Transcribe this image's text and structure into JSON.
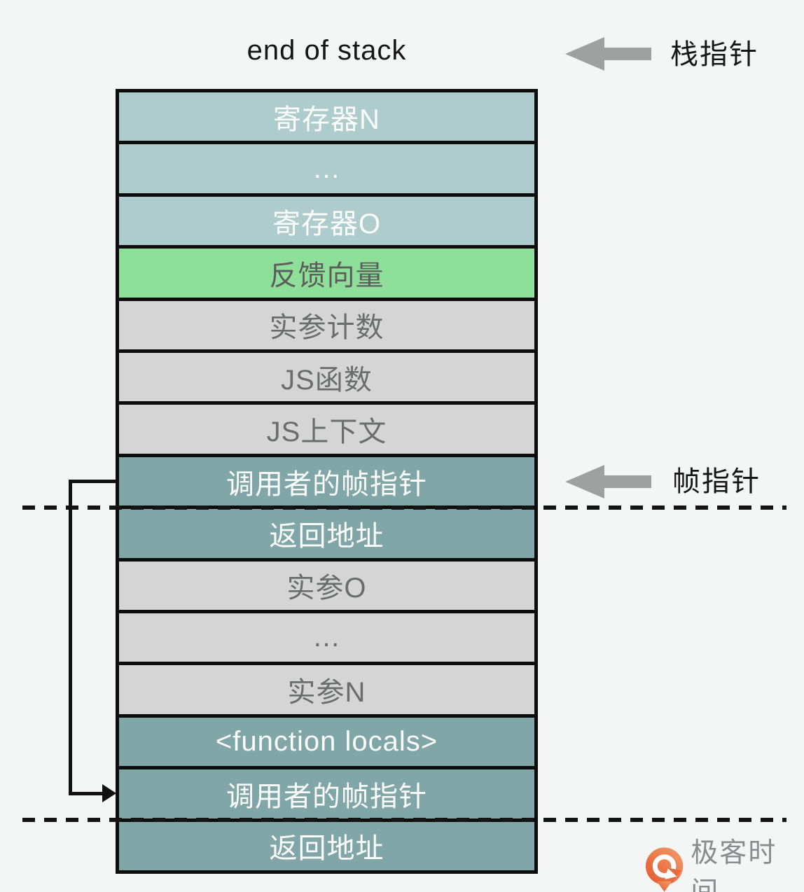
{
  "title": "end of stack",
  "annotations": {
    "stack_pointer_label": "栈指针",
    "frame_pointer_label": "帧指针"
  },
  "stack_rows": [
    {
      "label": "寄存器N",
      "type": "register"
    },
    {
      "label": "…",
      "type": "register"
    },
    {
      "label": "寄存器O",
      "type": "register"
    },
    {
      "label": "反馈向量",
      "type": "feedback"
    },
    {
      "label": "实参计数",
      "type": "plain"
    },
    {
      "label": "JS函数",
      "type": "plain"
    },
    {
      "label": "JS上下文",
      "type": "plain"
    },
    {
      "label": "调用者的帧指针",
      "type": "frame"
    },
    {
      "label": "返回地址",
      "type": "frame"
    },
    {
      "label": "实参O",
      "type": "plain"
    },
    {
      "label": "…",
      "type": "plain"
    },
    {
      "label": "实参N",
      "type": "plain"
    },
    {
      "label": "<function locals>",
      "type": "frame"
    },
    {
      "label": "调用者的帧指针",
      "type": "frame"
    },
    {
      "label": "返回地址",
      "type": "frame"
    }
  ],
  "watermark": {
    "brand": "极客时间"
  },
  "colors": {
    "background": "#f4f6f5",
    "row_register": "#aecbcd",
    "row_feedback": "#8edf99",
    "row_plain": "#d5d5d5",
    "row_frame": "#81a6a8",
    "row_border": "#0d0d0d",
    "text_light": "#fbfcfc",
    "text_dark": "#6b6d6d",
    "text_feedback": "#5c5e5c",
    "label_text": "#161616",
    "pointer_arrow": "#9fa0a0",
    "dashed_line": "#141414",
    "connector": "#111111",
    "brand_text": "#8b8c8e",
    "brand_orange_dark": "#e1572b",
    "brand_orange_light": "#f59e6d"
  }
}
